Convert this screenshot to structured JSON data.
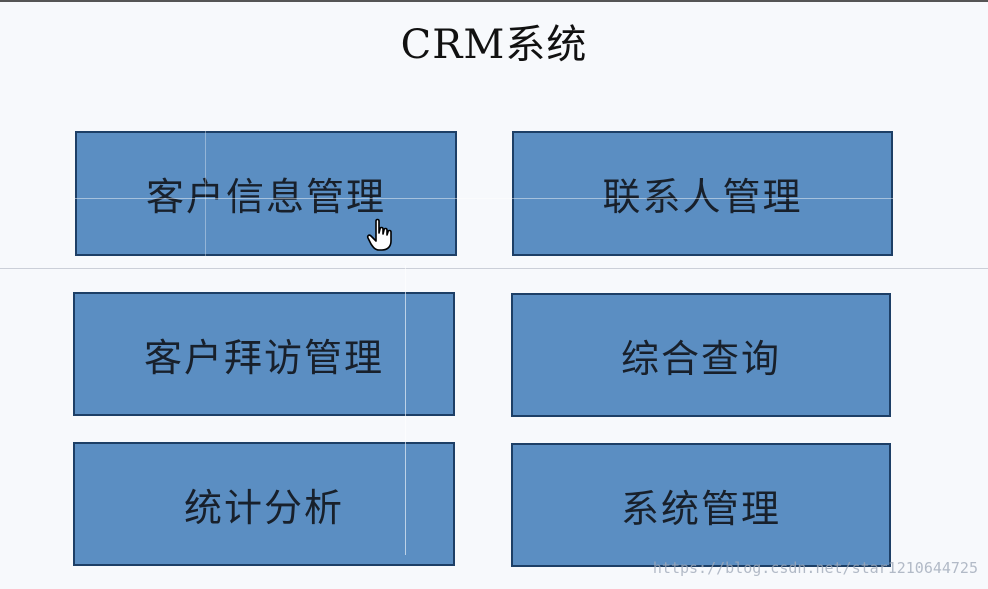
{
  "title": "CRM系统",
  "modules": [
    {
      "label": "客户信息管理"
    },
    {
      "label": "联系人管理"
    },
    {
      "label": "客户拜访管理"
    },
    {
      "label": "综合查询"
    },
    {
      "label": "统计分析"
    },
    {
      "label": "系统管理"
    }
  ],
  "watermark": "https://blog.csdn.net/star1210644725",
  "cursor_icon": "hand-pointer-icon",
  "colors": {
    "box_fill": "#5b8ec2",
    "box_border": "#1d3f66",
    "background": "#f7f9fc"
  }
}
